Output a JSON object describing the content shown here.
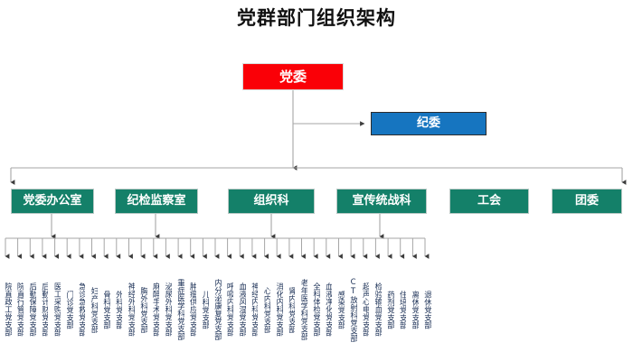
{
  "title": "党群部门组织架构",
  "colors": {
    "root_box": "#FA0007",
    "secondary_box": "#1675C0",
    "department_box": "#148069",
    "connector_line": "#A6A6A6",
    "leaf_text": "#1A2F55",
    "title_text": "#111111",
    "canvas": "#FFFFFF"
  },
  "nodes": {
    "root": {
      "label": "党委"
    },
    "secondary": {
      "label": "纪委"
    },
    "departments": [
      {
        "label": "党委办公室",
        "has_children": true
      },
      {
        "label": "纪检监察室",
        "has_children": true
      },
      {
        "label": "组织科",
        "has_children": true
      },
      {
        "label": "宣传统战科",
        "has_children": true
      },
      {
        "label": "工会",
        "has_children": false
      },
      {
        "label": "团委",
        "has_children": false
      }
    ]
  },
  "branches": [
    {
      "label": "院直政工党支部"
    },
    {
      "label": "院直行管党支部"
    },
    {
      "label": "后勤保障党支部"
    },
    {
      "label": "后勤计财党支部"
    },
    {
      "label": "医工采购党支部"
    },
    {
      "label": "门诊党支部"
    },
    {
      "label": "急诊急救党支部"
    },
    {
      "label": "妇产科党支部"
    },
    {
      "label": "骨科党支部"
    },
    {
      "label": "外科党支部"
    },
    {
      "label": "神经外科党支部"
    },
    {
      "label": "胸外科党支部"
    },
    {
      "label": "麻醉手术党支部"
    },
    {
      "label": "泌尿外科党支部"
    },
    {
      "label": "重症医学科党支部"
    },
    {
      "label": "肿瘤供应党支部"
    },
    {
      "label": "儿科党支部"
    },
    {
      "label": "内分泌康复党支部"
    },
    {
      "label": "呼吸内科党支部"
    },
    {
      "label": "血液风湿党支部"
    },
    {
      "label": "神经内科党支部"
    },
    {
      "label": "心内科党支部"
    },
    {
      "label": "消化内科党支部"
    },
    {
      "label": "肾内科党支部"
    },
    {
      "label": "老年医学科党支部"
    },
    {
      "label": "全科体检党支部"
    },
    {
      "label": "血液净化党支部"
    },
    {
      "label": "感染党支部"
    },
    {
      "label": "CT放射科党支部"
    },
    {
      "label": "超声心电党支部"
    },
    {
      "label": "检验输血党支部"
    },
    {
      "label": "药剂党支部"
    },
    {
      "label": "住培党支部"
    },
    {
      "label": "离休党支部"
    },
    {
      "label": "退休党支部"
    }
  ]
}
